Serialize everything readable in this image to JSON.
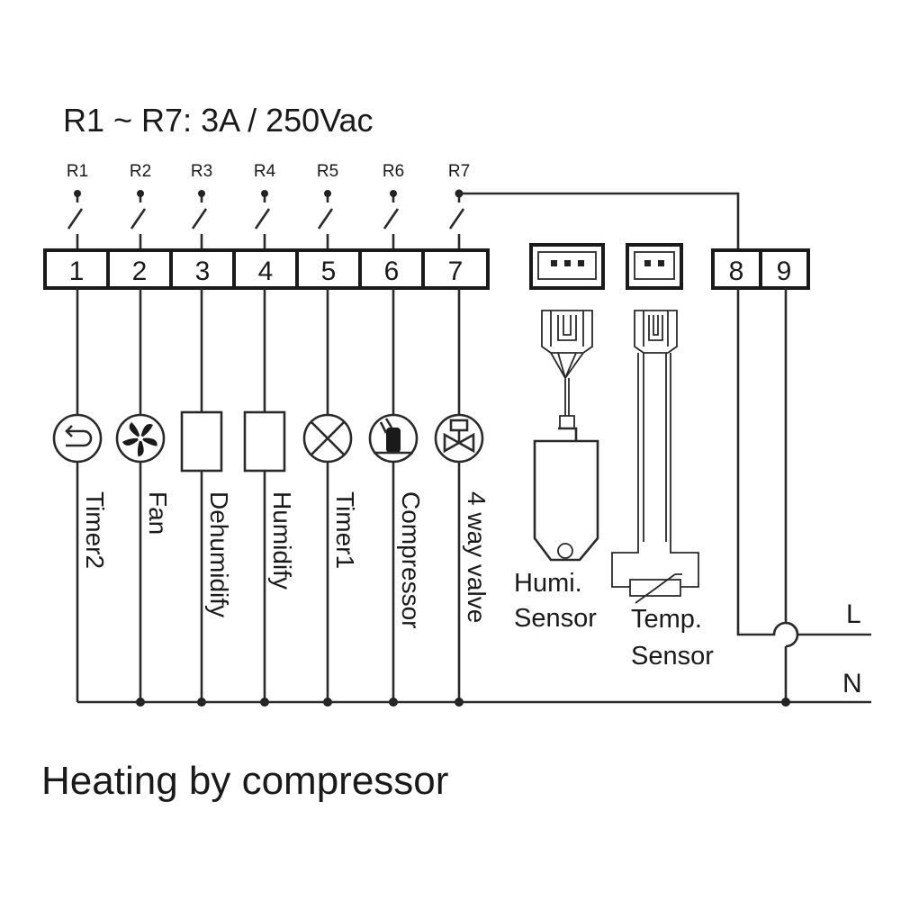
{
  "rating_label": "R1 ~ R7: 3A / 250Vac",
  "relays": [
    {
      "id": "R1",
      "terminal": "1",
      "load": "Timer2",
      "icon": "timer-icon"
    },
    {
      "id": "R2",
      "terminal": "2",
      "load": "Fan",
      "icon": "fan-icon"
    },
    {
      "id": "R3",
      "terminal": "3",
      "load": "Dehumidify",
      "icon": "dehumidify-coil-icon"
    },
    {
      "id": "R4",
      "terminal": "4",
      "load": "Humidify",
      "icon": "humidify-coil-icon"
    },
    {
      "id": "R5",
      "terminal": "5",
      "load": "Timer1",
      "icon": "lamp-icon"
    },
    {
      "id": "R6",
      "terminal": "6",
      "load": "Compressor",
      "icon": "compressor-icon"
    },
    {
      "id": "R7",
      "terminal": "7",
      "load": "4 way valve",
      "icon": "valve-icon"
    }
  ],
  "power_terminals": [
    "8",
    "9"
  ],
  "humi_sensor": {
    "line1": "Humi.",
    "line2": "Sensor"
  },
  "temp_sensor": {
    "line1": "Temp.",
    "line2": "Sensor"
  },
  "line_label": "L",
  "neutral_label": "N",
  "caption": "Heating by compressor"
}
